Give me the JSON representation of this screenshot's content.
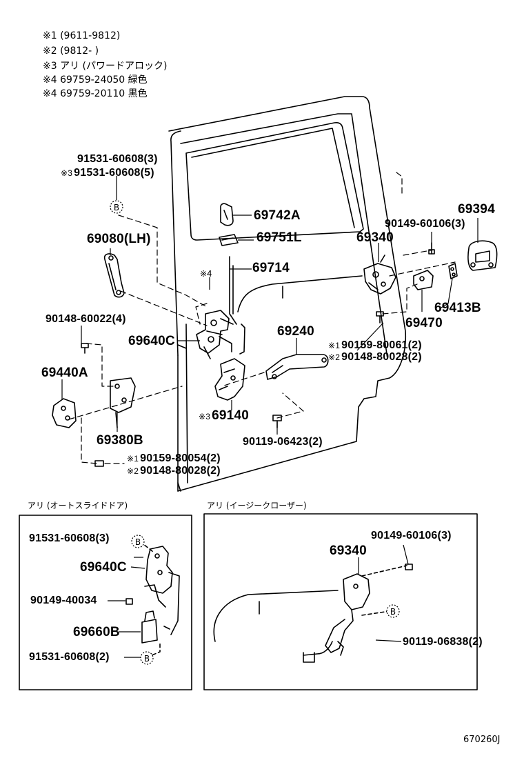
{
  "notes": [
    {
      "mark": "※1",
      "text": "(9611-9812)"
    },
    {
      "mark": "※2",
      "text": "(9812-        )"
    },
    {
      "mark": "※3",
      "text": "アリ (パワードアロック)"
    },
    {
      "mark": "※4",
      "text": "69759-24050 緑色"
    },
    {
      "mark": "※4",
      "text": "69759-20110 黒色"
    }
  ],
  "callouts": {
    "p91531a": "91531-60608(3)",
    "p91531b_mark": "※3",
    "p91531b": "91531-60608(5)",
    "p69742A": "69742A",
    "p69751L": "69751L",
    "p69394": "69394",
    "p90149_60106": "90149-60106(3)",
    "p69340": "69340",
    "p69080": "69080(LH)",
    "p69714_mark": "※4",
    "p69714": "69714",
    "p69413B": "69413B",
    "p69470": "69470",
    "p90148_60022": "90148-60022(4)",
    "p69640C": "69640C",
    "p69240": "69240",
    "p90159_80061_mark": "※1",
    "p90159_80061": "90159-80061(2)",
    "p90148_80028a_mark": "※2",
    "p90148_80028a": "90148-80028(2)",
    "p69440A": "69440A",
    "p69140_mark": "※3",
    "p69140": "69140",
    "p90119_06423": "90119-06423(2)",
    "p69380B": "69380B",
    "p90159_80054_mark": "※1",
    "p90159_80054": "90159-80054(2)",
    "p90148_80028b_mark": "※2",
    "p90148_80028b": "90148-80028(2)"
  },
  "panel_left": {
    "title": "アリ (オートスライドドア)",
    "p91531_3": "91531-60608(3)",
    "p69640C": "69640C",
    "p90149_40034": "90149-40034",
    "p69660B": "69660B",
    "p91531_2": "91531-60608(2)"
  },
  "panel_right": {
    "title": "アリ (イージークローザー)",
    "p90149_60106": "90149-60106(3)",
    "p69340": "69340",
    "p90119_06838": "90119-06838(2)"
  },
  "bolt_marker": "B",
  "figure_code": "670260J"
}
